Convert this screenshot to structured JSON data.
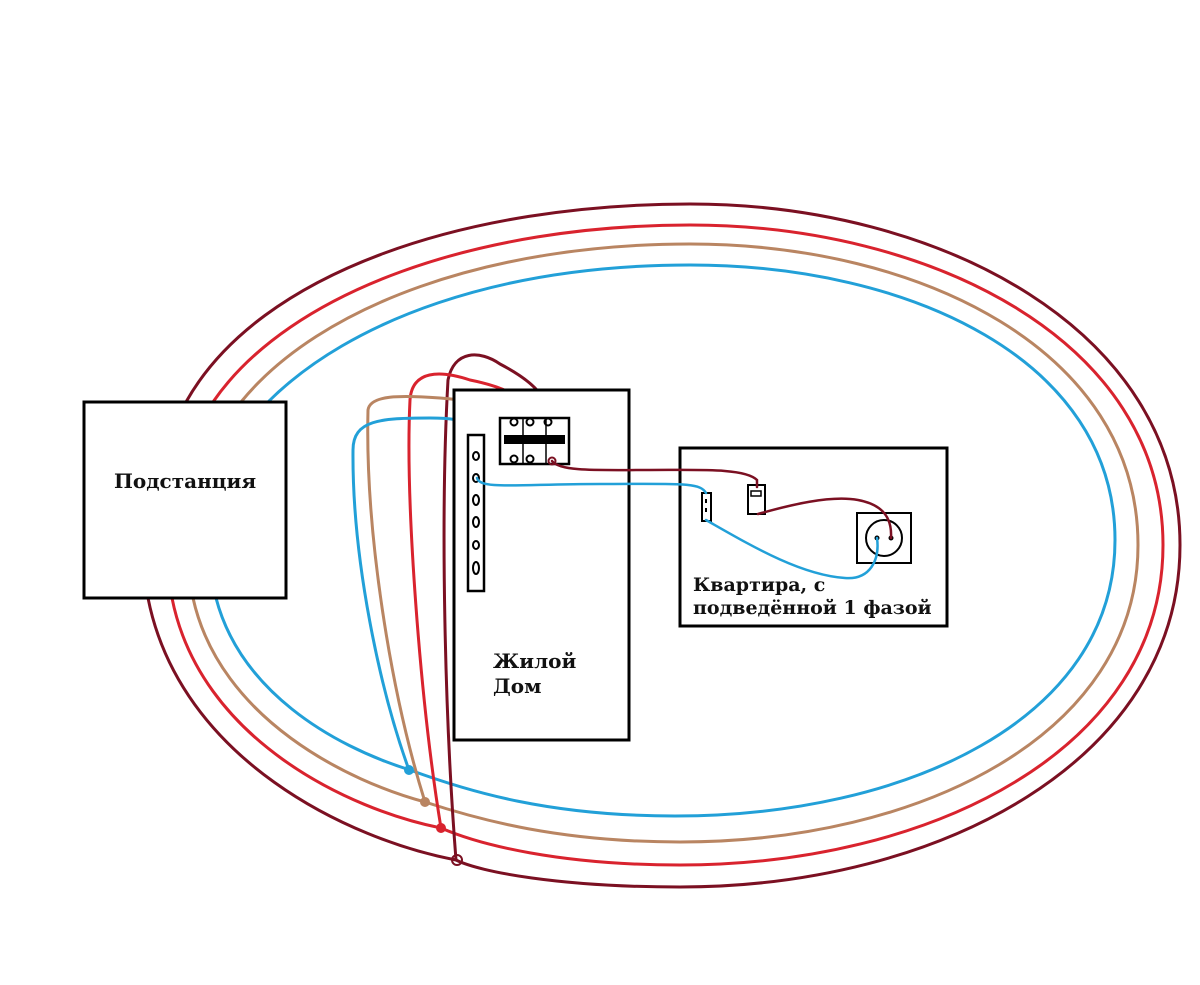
{
  "labels": {
    "substation": "Подстанция",
    "house_line1": "Жилой",
    "house_line2": "Дом",
    "apartment_line1": "Квартира, с",
    "apartment_line2": "подведённой 1 фазой"
  },
  "colors": {
    "phase_dark": "#7b1022",
    "phase_red": "#d9232e",
    "phase_brown": "#b98562",
    "neutral_blue": "#22a0d8",
    "outline": "#000000",
    "background": "#ffffff"
  },
  "icons": [
    "substation-box",
    "breaker-block-icon",
    "neutral-bus-icon",
    "switch-icon",
    "socket-icon",
    "junction-terminal-icon"
  ]
}
